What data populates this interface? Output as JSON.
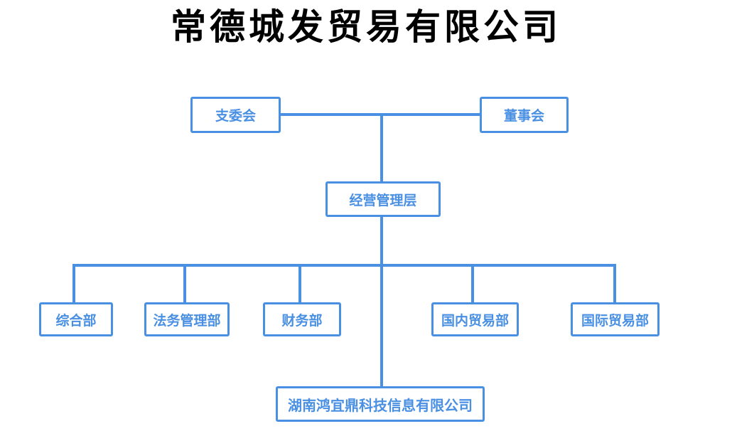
{
  "page": {
    "title": "常德城发贸易有限公司",
    "background_color": "#ffffff",
    "accent_color": "#4a90e2"
  },
  "org_chart": {
    "type": "org-tree",
    "governance": [
      {
        "label": "支委会"
      },
      {
        "label": "董事会"
      }
    ],
    "management": {
      "label": "经营管理层"
    },
    "departments": [
      {
        "label": "综合部"
      },
      {
        "label": "法务管理部"
      },
      {
        "label": "财务部"
      },
      {
        "label": "国内贸易部"
      },
      {
        "label": "国际贸易部"
      }
    ],
    "subsidiary": {
      "label": "湖南鸿宜鼎科技信息有限公司"
    },
    "hierarchy_note": "governance row -> management layer -> departments row; management layer -> subsidiary company"
  }
}
